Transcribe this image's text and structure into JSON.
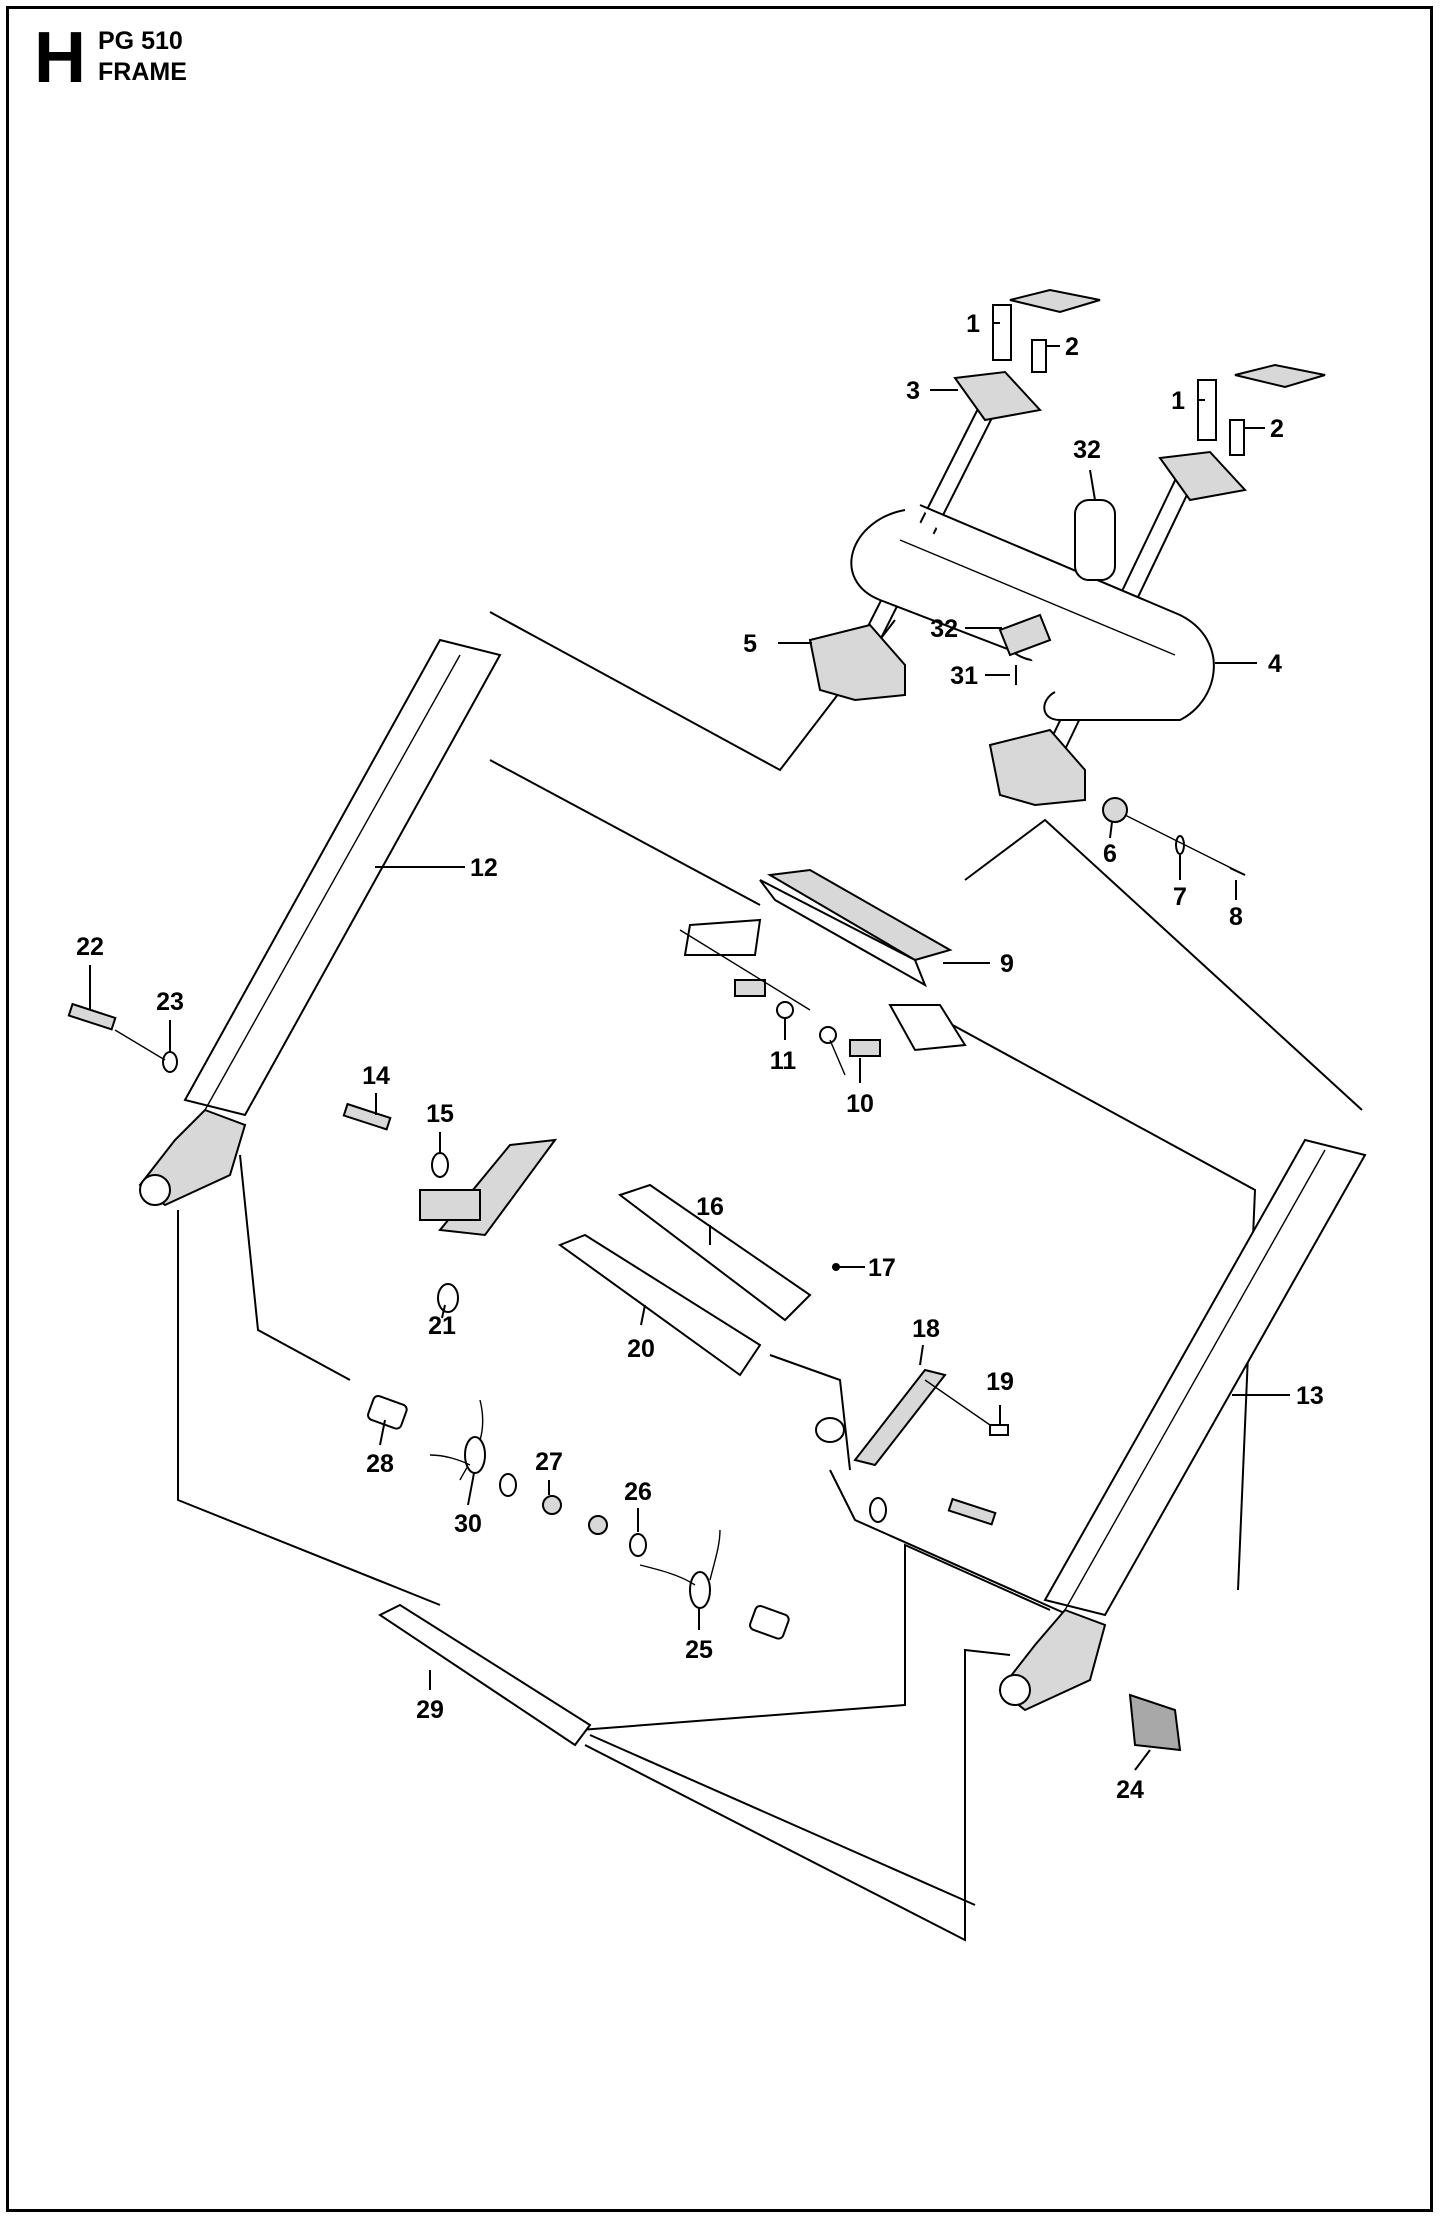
{
  "header": {
    "section_letter": "H",
    "model": "PG 510",
    "title": "FRAME"
  },
  "callouts": [
    {
      "id": "c1a",
      "label": "1"
    },
    {
      "id": "c2a",
      "label": "2"
    },
    {
      "id": "c3",
      "label": "3"
    },
    {
      "id": "c1b",
      "label": "1"
    },
    {
      "id": "c2b",
      "label": "2"
    },
    {
      "id": "c32a",
      "label": "32"
    },
    {
      "id": "c32b",
      "label": "32"
    },
    {
      "id": "c31",
      "label": "31"
    },
    {
      "id": "c5",
      "label": "5"
    },
    {
      "id": "c4",
      "label": "4"
    },
    {
      "id": "c6",
      "label": "6"
    },
    {
      "id": "c7",
      "label": "7"
    },
    {
      "id": "c8",
      "label": "8"
    },
    {
      "id": "c12",
      "label": "12"
    },
    {
      "id": "c9",
      "label": "9"
    },
    {
      "id": "c11",
      "label": "11"
    },
    {
      "id": "c10",
      "label": "10"
    },
    {
      "id": "c22",
      "label": "22"
    },
    {
      "id": "c23",
      "label": "23"
    },
    {
      "id": "c14",
      "label": "14"
    },
    {
      "id": "c15",
      "label": "15"
    },
    {
      "id": "c16",
      "label": "16"
    },
    {
      "id": "c17",
      "label": "17"
    },
    {
      "id": "c21",
      "label": "21"
    },
    {
      "id": "c20",
      "label": "20"
    },
    {
      "id": "c18",
      "label": "18"
    },
    {
      "id": "c19",
      "label": "19"
    },
    {
      "id": "c13",
      "label": "13"
    },
    {
      "id": "c28",
      "label": "28"
    },
    {
      "id": "c27",
      "label": "27"
    },
    {
      "id": "c30",
      "label": "30"
    },
    {
      "id": "c26",
      "label": "26"
    },
    {
      "id": "c25",
      "label": "25"
    },
    {
      "id": "c29",
      "label": "29"
    },
    {
      "id": "c24",
      "label": "24"
    }
  ]
}
